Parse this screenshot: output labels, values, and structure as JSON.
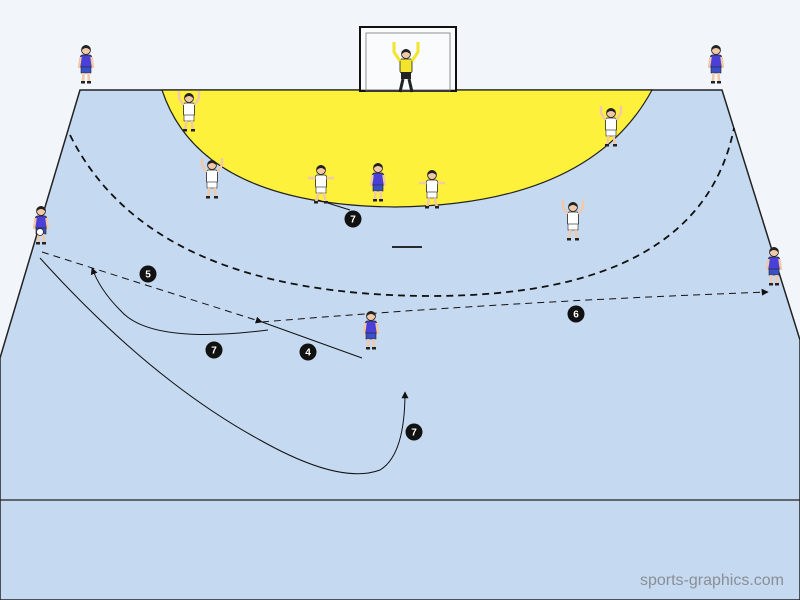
{
  "diagram": {
    "court_color": "#c5d9f1",
    "area_color": "#fdf13c",
    "attacker_color": "#4a3fd6",
    "defender_color": "#ffffff",
    "goalkeeper_color": "#f3e52c",
    "markers": [
      {
        "id": "m7a",
        "label": "7"
      },
      {
        "id": "m5",
        "label": "5"
      },
      {
        "id": "m7b",
        "label": "7"
      },
      {
        "id": "m4",
        "label": "4"
      },
      {
        "id": "m6",
        "label": "6"
      },
      {
        "id": "m7c",
        "label": "7"
      }
    ]
  },
  "watermark": "sports-graphics.com"
}
